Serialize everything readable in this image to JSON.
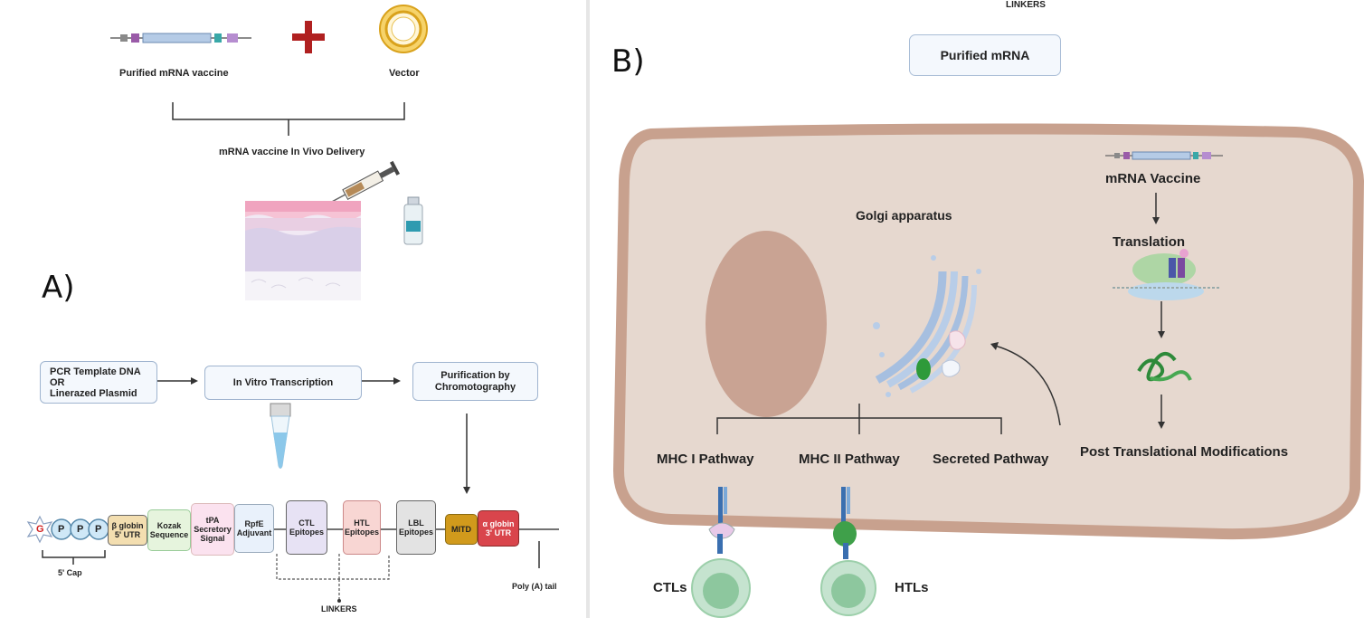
{
  "panel_a": {
    "letter": "A)",
    "purified_label": "Purified mRNA vaccine",
    "vector_label": "Vector",
    "delivery_label": "mRNA vaccine In Vivo Delivery",
    "template_line1": "PCR Template DNA",
    "template_line2": "OR",
    "template_line3": "Linerazed Plasmid",
    "ivt_label": "In Vitro Transcription",
    "purif_line1": "Purification by",
    "purif_line2": "Chromotography",
    "cap_label": "5' Cap",
    "cap_g": "G",
    "cap_p": "P",
    "segments": [
      {
        "line1": "β globin",
        "line2": "5' UTR",
        "line3": ""
      },
      {
        "line1": "Kozak",
        "line2": "Sequence",
        "line3": ""
      },
      {
        "line1": "tPA",
        "line2": "Secretory",
        "line3": "Signal"
      },
      {
        "line1": "RpfE",
        "line2": "Adjuvant",
        "line3": ""
      },
      {
        "line1": "CTL",
        "line2": "Epitopes",
        "line3": ""
      },
      {
        "line1": "HTL",
        "line2": "Epitopes",
        "line3": ""
      },
      {
        "line1": "LBL",
        "line2": "Epitopes",
        "line3": ""
      },
      {
        "line1": "MITD",
        "line2": "",
        "line3": ""
      },
      {
        "line1": "α globin",
        "line2": "3' UTR",
        "line3": ""
      }
    ],
    "linkers_label": "LINKERS",
    "polya_label": "Poly (A) tail"
  },
  "panel_b": {
    "letter": "B)",
    "linkers_top": "LINKERS",
    "purified_mrna": "Purified mRNA",
    "golgi_label": "Golgi apparatus",
    "mrna_vaccine": "mRNA Vaccine",
    "translation": "Translation",
    "ptm": "Post Translational Modifications",
    "mhc1": "MHC I Pathway",
    "mhc2": "MHC II Pathway",
    "secreted": "Secreted Pathway",
    "ctls": "CTLs",
    "htls": "HTLs"
  },
  "colors": {
    "cap_star": "#d02020",
    "p_circle": "#cfe8f7",
    "seg_beta": "#f3deb0",
    "seg_kozak": "#e6f4dd",
    "seg_tpa": "#fbe2ef",
    "seg_rpfe": "#e9f1fb",
    "seg_ctl": "#e7e2f4",
    "seg_htl": "#f8d6d3",
    "seg_lbl": "#e3e3e3",
    "seg_mitd": "#d19a1c",
    "seg_alpha": "#d9454c",
    "cell_membrane": "#c8a18e",
    "cytoplasm": "#e6d8cf",
    "nucleus": "#c9a393",
    "golgi": "#a6bfe0",
    "tcell_ring": "#c5e3cf",
    "tcell_core": "#8dc79e",
    "plus": "#b02020",
    "vector_ring": "#e8b020"
  }
}
